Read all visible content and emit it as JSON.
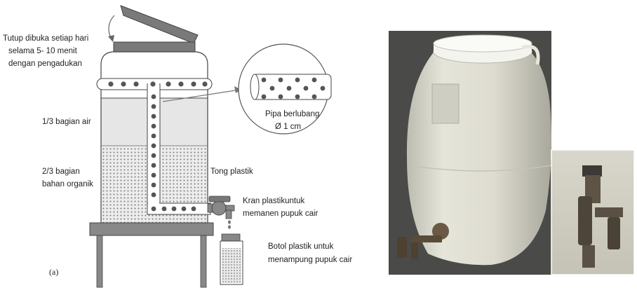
{
  "diagram": {
    "panel_label": "(a)",
    "lid_note": [
      "Tutup dibuka setiap hari",
      "selama 5- 10 menit",
      "dengan pengadukan"
    ],
    "water_layer": "1/3 bagian air",
    "organic_layer": [
      "2/3 bagian",
      "bahan organik"
    ],
    "drum_label": "Tong plastik",
    "tap_label": [
      "Kran plastikuntuk",
      "memanen pupuk cair"
    ],
    "bottle_label": [
      "Botol plastik untuk",
      "menampung pupuk cair"
    ],
    "pipe_detail": [
      "Pipa berlubang",
      "Ø 1 cm"
    ]
  },
  "colors": {
    "line": "#444444",
    "lid": "#7a7a7a",
    "dot": "#555555",
    "water_fill": "#e6e6e6",
    "organic_fill": "#d0d0d0",
    "photo_bg": "#4a4a48",
    "drum_photo": "#e3e2d6",
    "cap_photo": "#f4f4ee"
  },
  "photos": {
    "main": "plastic-drum-with-tap-photo",
    "inset": "tap-closeup-photo"
  }
}
